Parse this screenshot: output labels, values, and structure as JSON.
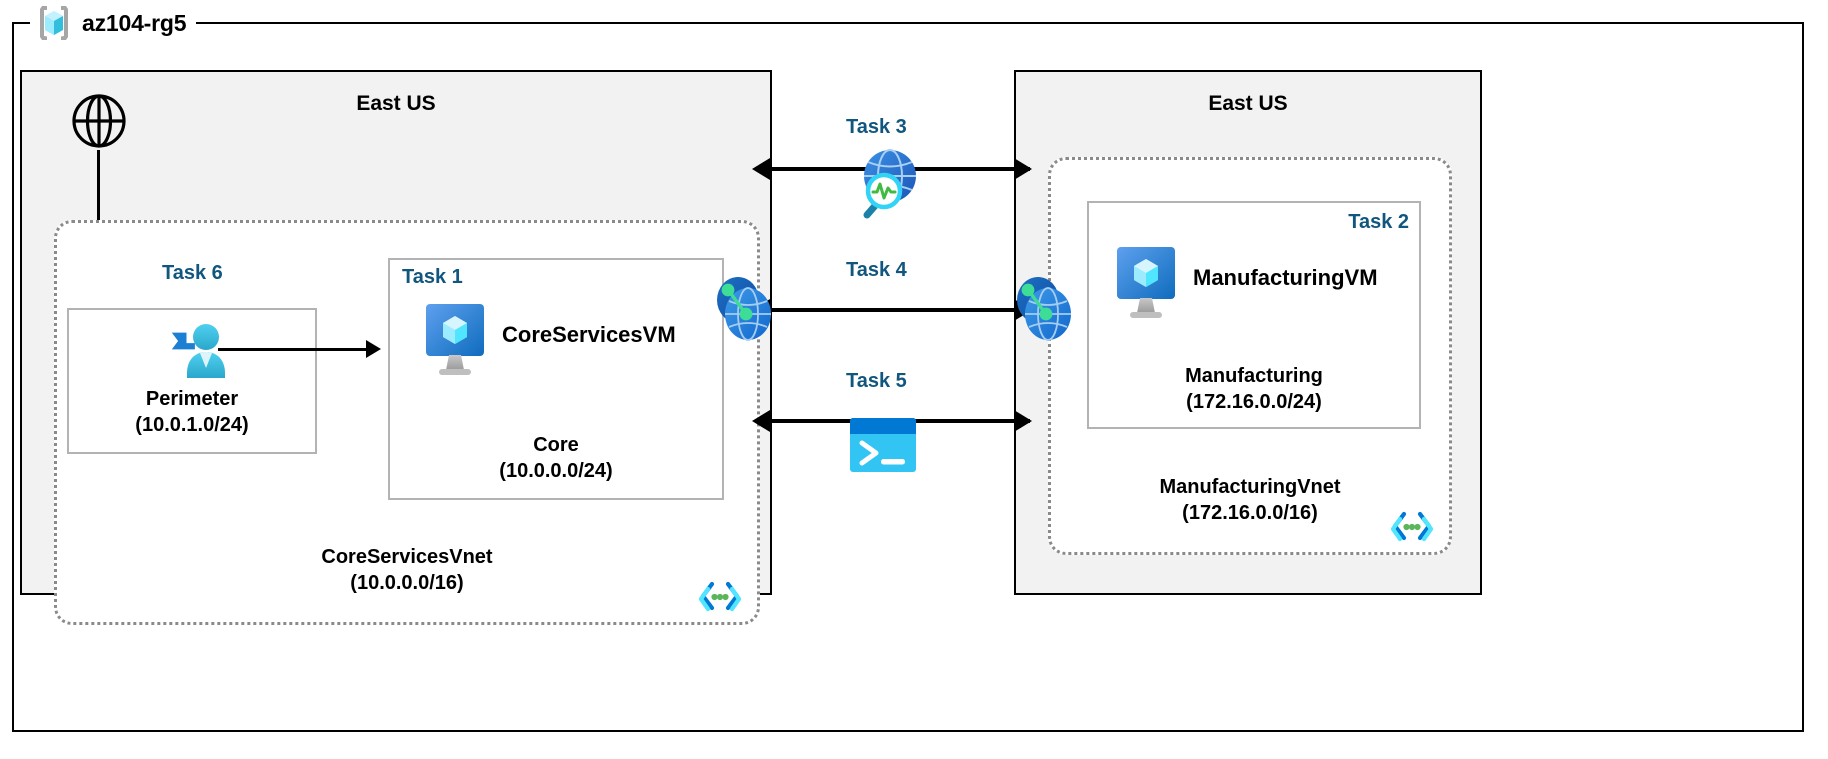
{
  "resource_group": {
    "name": "az104-rg5",
    "icon": "resource-group-icon"
  },
  "regions": [
    {
      "id": "left",
      "title": "East US"
    },
    {
      "id": "right",
      "title": "East US"
    }
  ],
  "vnets": [
    {
      "id": "core",
      "name": "CoreServicesVnet",
      "cidr": "(10.0.0.0/16)",
      "icon": "subnet-icon"
    },
    {
      "id": "manufacturing",
      "name": "ManufacturingVnet",
      "cidr": "(172.16.0.0/16)",
      "icon": "subnet-icon"
    }
  ],
  "subnets": [
    {
      "id": "perimeter",
      "name": "Perimeter",
      "cidr": "(10.0.1.0/24)",
      "task": "Task 6",
      "icon": "bastion-user-icon"
    },
    {
      "id": "core",
      "name": "Core",
      "cidr": "(10.0.0.0/24)",
      "task": "Task 1",
      "vm": "CoreServicesVM",
      "icon": "virtual-machine-icon"
    },
    {
      "id": "manufacturing",
      "name": "Manufacturing",
      "cidr": "(172.16.0.0/24)",
      "task": "Task 2",
      "vm": "ManufacturingVM",
      "icon": "virtual-machine-icon"
    }
  ],
  "connections": [
    {
      "id": "task3",
      "label": "Task 3",
      "icon": "network-watcher-icon"
    },
    {
      "id": "task4",
      "label": "Task 4",
      "icon": "vnet-peering-icon"
    },
    {
      "id": "task5",
      "label": "Task 5",
      "icon": "cloud-shell-icon"
    }
  ],
  "internet": {
    "icon": "internet-globe-icon"
  },
  "colors": {
    "task_label": "#11567f",
    "region_fill": "#f2f2f2",
    "region_border": "#000000",
    "vnet_border": "#8a8a8a",
    "subnet_border": "#b3b3b3",
    "azure_blue": "#0078d4",
    "azure_cyan": "#50e6ff",
    "accent_green": "#5bd75b"
  }
}
